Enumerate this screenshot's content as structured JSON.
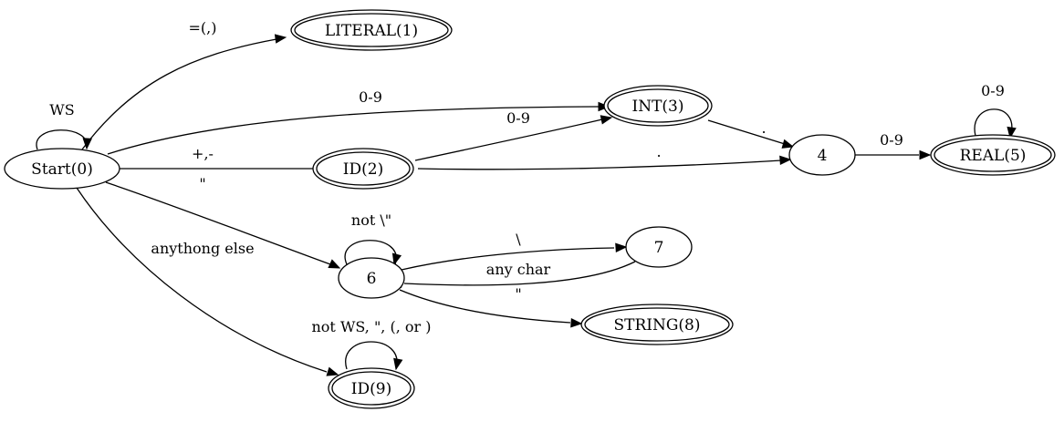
{
  "diagram": {
    "nodes": [
      {
        "id": "s0",
        "label": "Start(0)",
        "accepting": false
      },
      {
        "id": "s1",
        "label": "LITERAL(1)",
        "accepting": true
      },
      {
        "id": "s2",
        "label": "ID(2)",
        "accepting": true
      },
      {
        "id": "s3",
        "label": "INT(3)",
        "accepting": true
      },
      {
        "id": "s4",
        "label": "4",
        "accepting": false
      },
      {
        "id": "s5",
        "label": "REAL(5)",
        "accepting": true
      },
      {
        "id": "s6",
        "label": "6",
        "accepting": false
      },
      {
        "id": "s7",
        "label": "7",
        "accepting": false
      },
      {
        "id": "s8",
        "label": "STRING(8)",
        "accepting": true
      },
      {
        "id": "s9",
        "label": "ID(9)",
        "accepting": true
      }
    ],
    "edges": [
      {
        "id": "e_s0_s0",
        "from": "s0",
        "to": "s0",
        "label": "WS"
      },
      {
        "id": "e_s0_s1",
        "from": "s0",
        "to": "s1",
        "label": "=(,)"
      },
      {
        "id": "e_s0_s3",
        "from": "s0",
        "to": "s3",
        "label": "0-9"
      },
      {
        "id": "e_s0_s2",
        "from": "s0",
        "to": "s2",
        "label": "+,-"
      },
      {
        "id": "e_s0_s6",
        "from": "s0",
        "to": "s6",
        "label": "\""
      },
      {
        "id": "e_s0_s9",
        "from": "s0",
        "to": "s9",
        "label": "anythong else"
      },
      {
        "id": "e_s2_s3",
        "from": "s2",
        "to": "s3",
        "label": "0-9"
      },
      {
        "id": "e_s2_s4",
        "from": "s2",
        "to": "s4",
        "label": "."
      },
      {
        "id": "e_s3_s4",
        "from": "s3",
        "to": "s4",
        "label": "."
      },
      {
        "id": "e_s4_s5",
        "from": "s4",
        "to": "s5",
        "label": "0-9"
      },
      {
        "id": "e_s5_s5",
        "from": "s5",
        "to": "s5",
        "label": "0-9"
      },
      {
        "id": "e_s6_s6",
        "from": "s6",
        "to": "s6",
        "label": "not \\\""
      },
      {
        "id": "e_s6_s7",
        "from": "s6",
        "to": "s7",
        "label": "\\"
      },
      {
        "id": "e_s7_s6",
        "from": "s7",
        "to": "s6",
        "label": "any char"
      },
      {
        "id": "e_s6_s8",
        "from": "s6",
        "to": "s8",
        "label": "\""
      },
      {
        "id": "e_s9_s9",
        "from": "s9",
        "to": "s9",
        "label": "not WS, \", (, or )"
      }
    ]
  }
}
